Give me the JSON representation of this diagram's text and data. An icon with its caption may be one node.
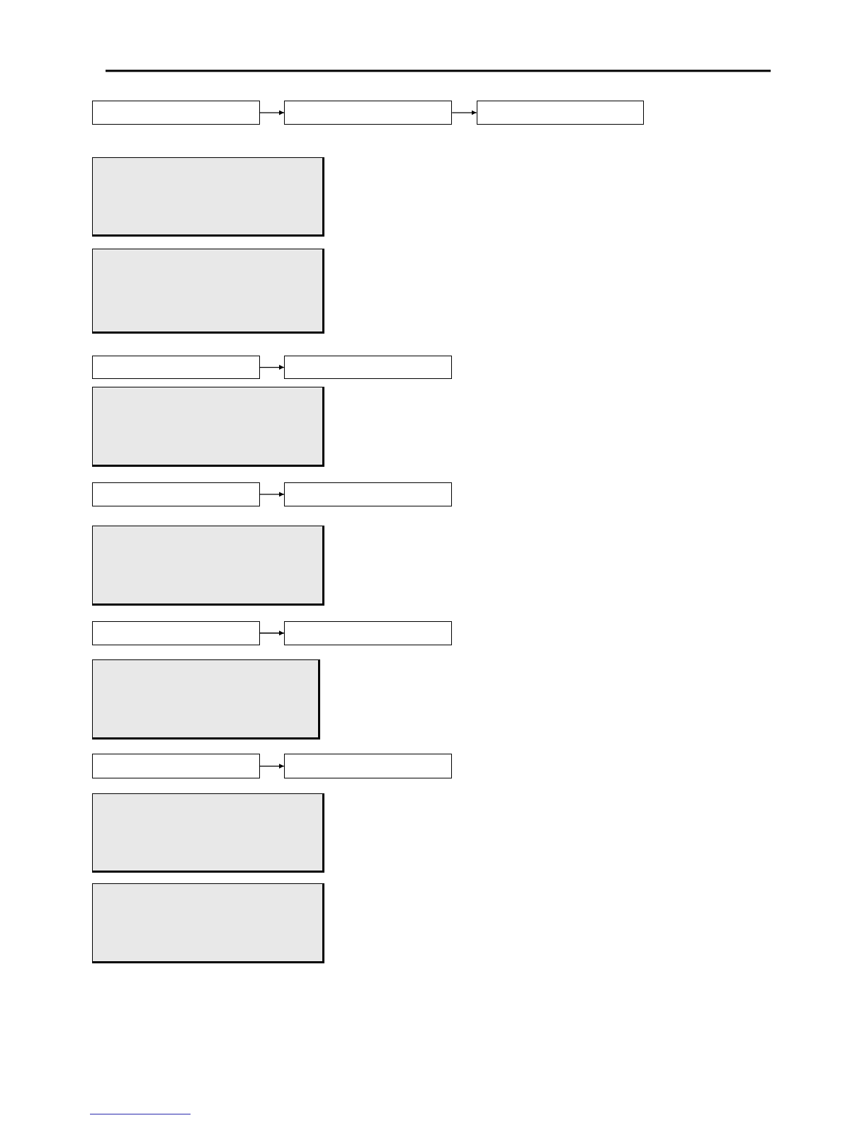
{
  "diagram": {
    "nodes": [
      {
        "text": [],
        "shape": "box"
      },
      {
        "text": [],
        "shape": "box"
      },
      {
        "text": [],
        "shape": "box"
      },
      {
        "text": [],
        "shape": "panel"
      },
      {
        "text": [],
        "shape": "panel"
      },
      {
        "text": [],
        "shape": "box"
      },
      {
        "text": [],
        "shape": "box"
      },
      {
        "text": [],
        "shape": "panel"
      },
      {
        "text": [],
        "shape": "box"
      },
      {
        "text": [],
        "shape": "box"
      },
      {
        "text": [],
        "shape": "panel"
      },
      {
        "text": [],
        "shape": "box"
      },
      {
        "text": [],
        "shape": "box"
      },
      {
        "text": [],
        "shape": "panel"
      },
      {
        "text": [],
        "shape": "box"
      },
      {
        "text": [],
        "shape": "box"
      },
      {
        "text": [],
        "shape": "panel"
      },
      {
        "text": [],
        "shape": "panel"
      }
    ],
    "edges": [
      {
        "from": 0,
        "to": 1,
        "arrow": "to"
      },
      {
        "from": 1,
        "to": 2,
        "arrow": "to"
      },
      {
        "from": 5,
        "to": 6,
        "arrow": "to"
      },
      {
        "from": 8,
        "to": 9,
        "arrow": "to"
      },
      {
        "from": 11,
        "to": 12,
        "arrow": "to"
      },
      {
        "from": 14,
        "to": 15,
        "arrow": "to"
      }
    ]
  }
}
